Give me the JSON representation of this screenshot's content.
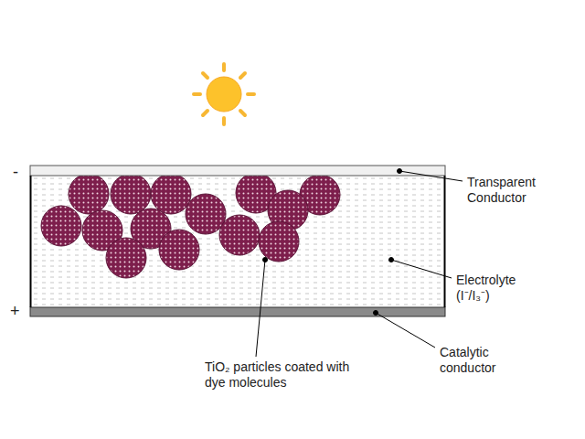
{
  "diagram": {
    "labels": [
      "-",
      "+",
      "Transparent Conductor",
      "Electrolyte (I⁻/I₃⁻)",
      "Catalytic conductor",
      "TiO₂ particles coated with dye molecules"
    ]
  }
}
